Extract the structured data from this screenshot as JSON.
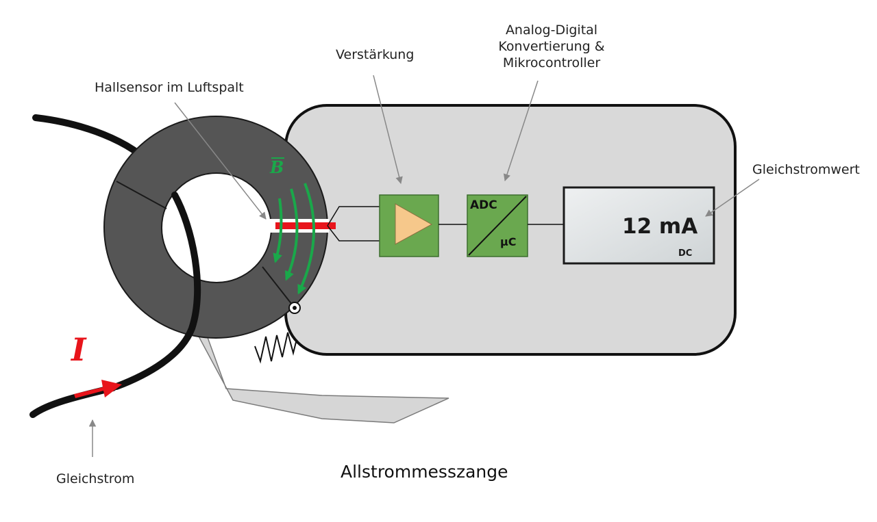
{
  "title": "Allstrommesszange",
  "labels": {
    "hall_sensor": "Hallsensor im Luftspalt",
    "amplification": "Verstärkung",
    "adc_line1": "Analog-Digital",
    "adc_line2": "Konvertierung &",
    "adc_line3": "Mikrocontroller",
    "dc_value": "Gleichstromwert",
    "dc_current": "Gleichstrom"
  },
  "blocks": {
    "adc": "ADC",
    "uc": "μC"
  },
  "display": {
    "value": "12 mA",
    "unit": "DC"
  },
  "symbols": {
    "current": "I",
    "field": "B"
  },
  "colors": {
    "housing": "#d9d9d9",
    "core": "#555555",
    "block_green": "#6aa84f",
    "amp_triangle": "#f6c88b",
    "field_green": "#1aa84a",
    "current_red": "#e8141b",
    "lcd_bg": "#dde1e3"
  }
}
